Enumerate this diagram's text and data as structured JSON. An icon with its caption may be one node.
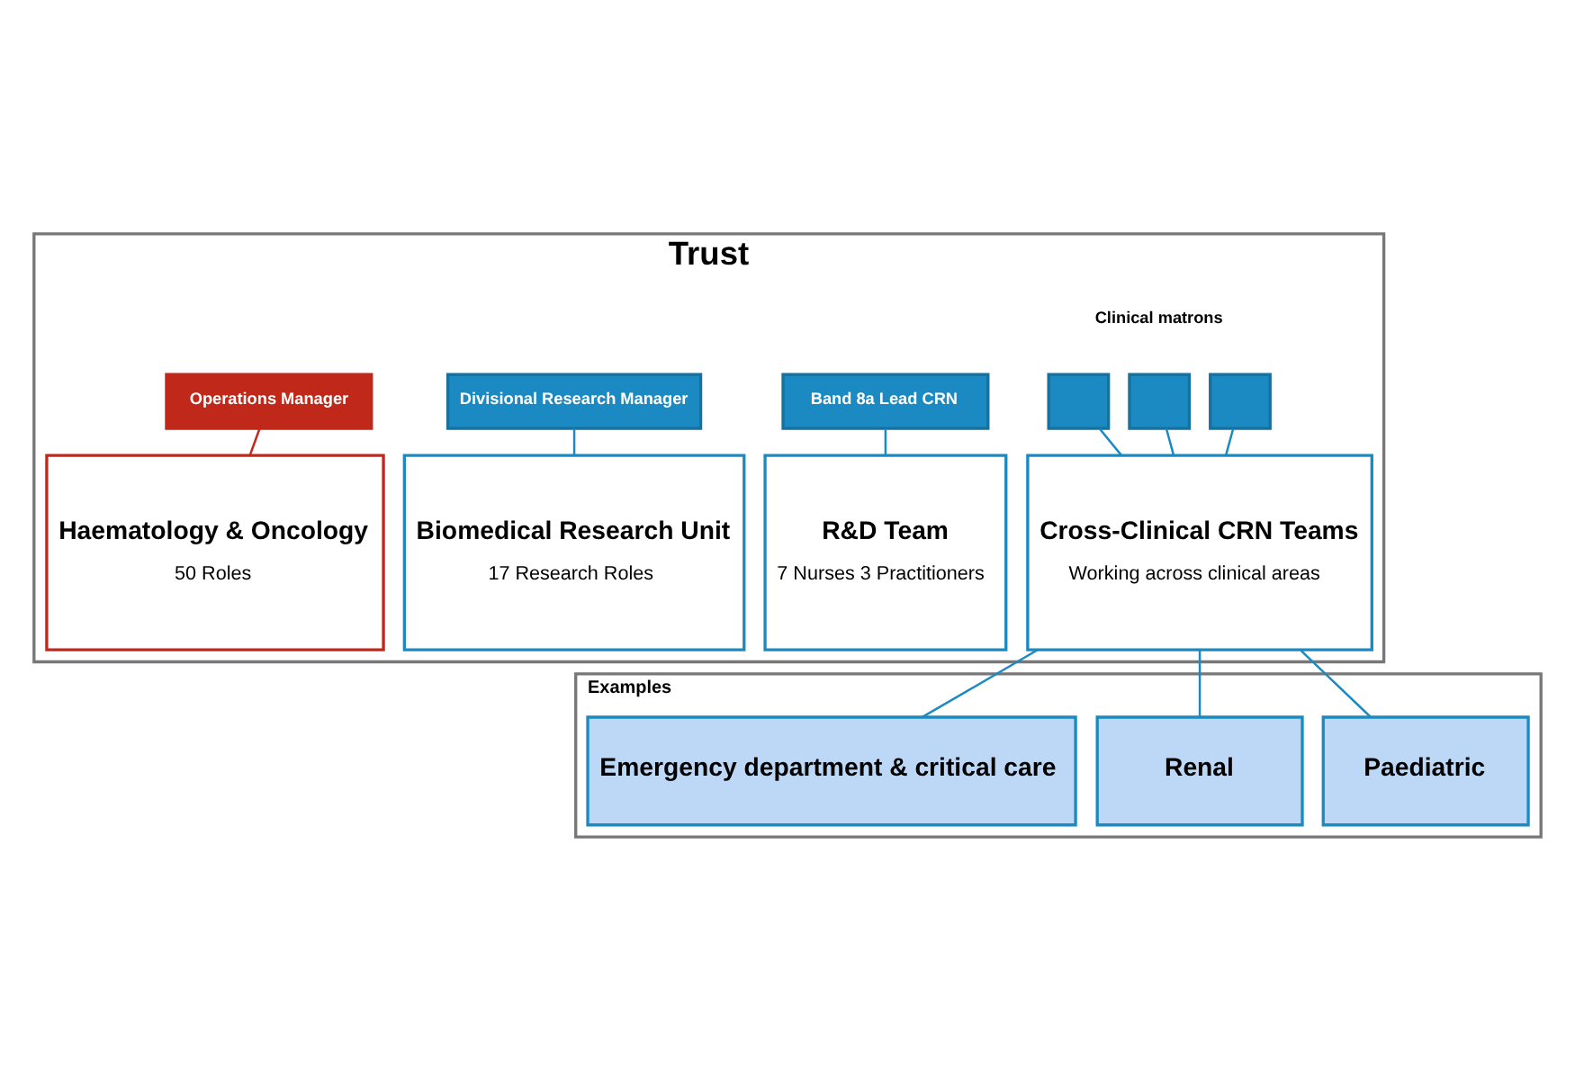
{
  "diagram": {
    "nodes": [
      {
        "text": [
          "Trust"
        ]
      },
      {
        "text": [
          "Operations Manager"
        ],
        "in": 0
      },
      {
        "text": [
          "Divisional Research Manager"
        ],
        "in": 0
      },
      {
        "text": [
          "Band 8a Lead CRN"
        ],
        "in": 0
      },
      {
        "text": [],
        "shape": "box",
        "in": 0
      },
      {
        "text": [],
        "shape": "box",
        "in": 0
      },
      {
        "text": [],
        "shape": "box",
        "in": 0
      },
      {
        "text": [
          "Haematology & Oncology",
          "50 Roles"
        ],
        "in": 0
      },
      {
        "text": [
          "Biomedical Research Unit",
          "17 Research Roles"
        ],
        "in": 0
      },
      {
        "text": [
          "R&D Team",
          "7 Nurses 3 Practitioners"
        ],
        "in": 0
      },
      {
        "text": [
          "Cross-Clinical CRN Teams",
          "Working across clinical areas"
        ],
        "in": 0
      },
      {
        "text": [
          "Examples"
        ]
      },
      {
        "text": [
          "Emergency department & critical care"
        ],
        "in": 11
      },
      {
        "text": [
          "Renal"
        ],
        "in": 11
      },
      {
        "text": [
          "Paediatric"
        ],
        "in": 11
      }
    ],
    "edges": [
      {
        "from": 1,
        "to": 7,
        "arrow": "none",
        "color": "#c0281a"
      },
      {
        "from": 2,
        "to": 8,
        "arrow": "none"
      },
      {
        "from": 3,
        "to": 9,
        "arrow": "none"
      },
      {
        "from": 4,
        "to": 10,
        "arrow": "none"
      },
      {
        "from": 5,
        "to": 10,
        "arrow": "none"
      },
      {
        "from": 6,
        "to": 10,
        "arrow": "none"
      },
      {
        "from": 10,
        "to": 12,
        "arrow": "none"
      },
      {
        "from": 10,
        "to": 13,
        "arrow": "none"
      },
      {
        "from": 10,
        "to": 14,
        "arrow": "none"
      }
    ],
    "labels": [
      "Clinical matrons"
    ]
  }
}
